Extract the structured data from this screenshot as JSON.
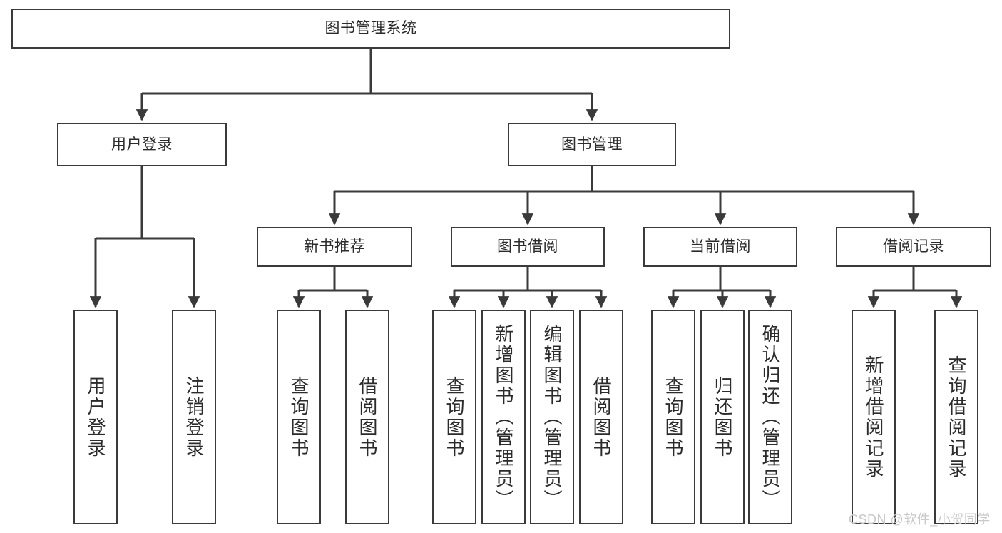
{
  "diagram": {
    "title": "图书管理系统",
    "type": "hierarchy-tree",
    "orientation": "top-down",
    "colors": {
      "box_border": "#3a3a3a",
      "box_fill": "#ffffff",
      "text": "#2b2b2b",
      "edge": "#3a3a3a",
      "watermark": "#c9c9c9",
      "background": "#ffffff"
    }
  },
  "nodes": {
    "root": {
      "label": "图书管理系统"
    },
    "level1": [
      {
        "label": "用户登录"
      },
      {
        "label": "图书管理"
      }
    ],
    "level2": [
      {
        "label": "新书推荐"
      },
      {
        "label": "图书借阅"
      },
      {
        "label": "当前借阅"
      },
      {
        "label": "借阅记录"
      }
    ],
    "leaves": {
      "user_login": [
        {
          "label": "用户登录"
        },
        {
          "label": "注销登录"
        }
      ],
      "new_book_recommend": [
        {
          "label": "查询图书"
        },
        {
          "label": "借阅图书"
        }
      ],
      "book_borrow": [
        {
          "label": "查询图书"
        },
        {
          "label": "新增图书（管理员）"
        },
        {
          "label": "编辑图书（管理员）"
        },
        {
          "label": "借阅图书"
        }
      ],
      "current_borrow": [
        {
          "label": "查询图书"
        },
        {
          "label": "归还图书"
        },
        {
          "label": "确认归还（管理员）"
        }
      ],
      "borrow_record": [
        {
          "label": "新增借阅记录"
        },
        {
          "label": "查询借阅记录"
        }
      ]
    }
  },
  "watermark": {
    "text": "CSDN @软件_小贺同学"
  }
}
